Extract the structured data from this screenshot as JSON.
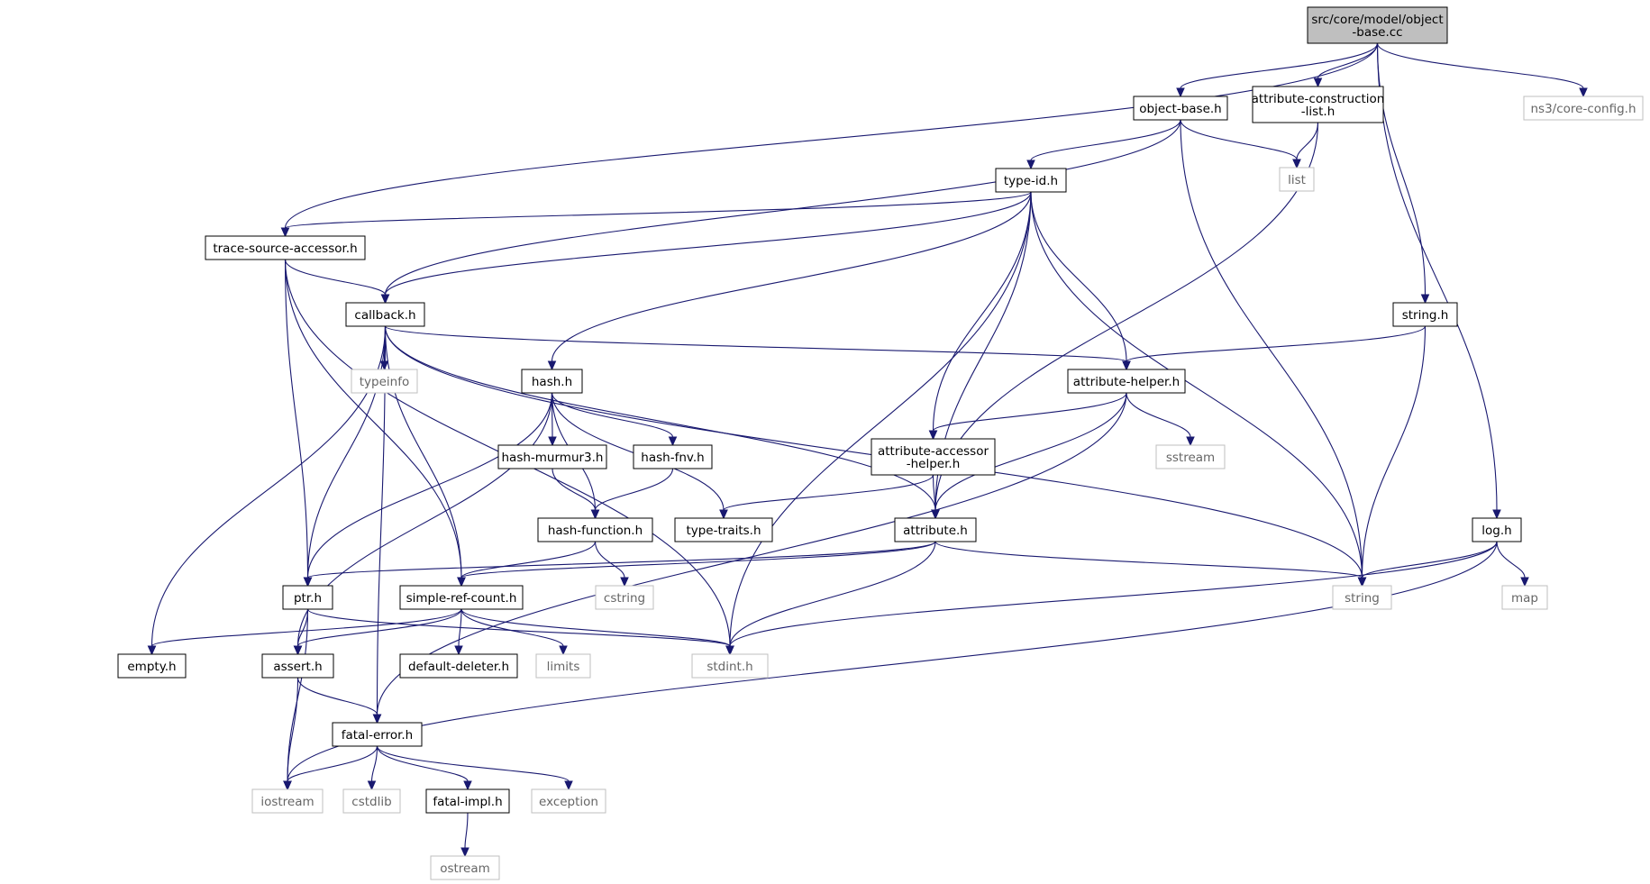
{
  "graph": {
    "root": {
      "lines": [
        "src/core/model/object",
        "-base.cc"
      ]
    },
    "nodes": {
      "object_base_h": {
        "lines": [
          "object-base.h"
        ],
        "kind": "local"
      },
      "attr_construction_list": {
        "lines": [
          "attribute-construction",
          "-list.h"
        ],
        "kind": "local"
      },
      "core_config": {
        "lines": [
          "ns3/core-config.h"
        ],
        "kind": "system"
      },
      "list": {
        "lines": [
          "list"
        ],
        "kind": "system"
      },
      "type_id": {
        "lines": [
          "type-id.h"
        ],
        "kind": "local"
      },
      "trace_source_accessor": {
        "lines": [
          "trace-source-accessor.h"
        ],
        "kind": "local"
      },
      "callback": {
        "lines": [
          "callback.h"
        ],
        "kind": "local"
      },
      "string_h": {
        "lines": [
          "string.h"
        ],
        "kind": "local"
      },
      "typeinfo": {
        "lines": [
          "typeinfo"
        ],
        "kind": "system"
      },
      "hash": {
        "lines": [
          "hash.h"
        ],
        "kind": "local"
      },
      "attribute_helper": {
        "lines": [
          "attribute-helper.h"
        ],
        "kind": "local"
      },
      "hash_murmur3": {
        "lines": [
          "hash-murmur3.h"
        ],
        "kind": "local"
      },
      "hash_fnv": {
        "lines": [
          "hash-fnv.h"
        ],
        "kind": "local"
      },
      "attribute_accessor_helper": {
        "lines": [
          "attribute-accessor",
          "-helper.h"
        ],
        "kind": "local"
      },
      "sstream": {
        "lines": [
          "sstream"
        ],
        "kind": "system"
      },
      "hash_function": {
        "lines": [
          "hash-function.h"
        ],
        "kind": "local"
      },
      "type_traits": {
        "lines": [
          "type-traits.h"
        ],
        "kind": "local"
      },
      "attribute": {
        "lines": [
          "attribute.h"
        ],
        "kind": "local"
      },
      "log": {
        "lines": [
          "log.h"
        ],
        "kind": "local"
      },
      "ptr": {
        "lines": [
          "ptr.h"
        ],
        "kind": "local"
      },
      "simple_ref_count": {
        "lines": [
          "simple-ref-count.h"
        ],
        "kind": "local"
      },
      "cstring": {
        "lines": [
          "cstring"
        ],
        "kind": "system"
      },
      "string": {
        "lines": [
          "string"
        ],
        "kind": "system"
      },
      "map": {
        "lines": [
          "map"
        ],
        "kind": "system"
      },
      "empty": {
        "lines": [
          "empty.h"
        ],
        "kind": "local"
      },
      "assert": {
        "lines": [
          "assert.h"
        ],
        "kind": "local"
      },
      "default_deleter": {
        "lines": [
          "default-deleter.h"
        ],
        "kind": "local"
      },
      "limits": {
        "lines": [
          "limits"
        ],
        "kind": "system"
      },
      "stdint": {
        "lines": [
          "stdint.h"
        ],
        "kind": "system"
      },
      "fatal_error": {
        "lines": [
          "fatal-error.h"
        ],
        "kind": "local"
      },
      "iostream": {
        "lines": [
          "iostream"
        ],
        "kind": "system"
      },
      "cstdlib": {
        "lines": [
          "cstdlib"
        ],
        "kind": "system"
      },
      "fatal_impl": {
        "lines": [
          "fatal-impl.h"
        ],
        "kind": "local"
      },
      "exception": {
        "lines": [
          "exception"
        ],
        "kind": "system"
      },
      "ostream": {
        "lines": [
          "ostream"
        ],
        "kind": "system"
      }
    },
    "edges": [
      [
        "root",
        "object_base_h"
      ],
      [
        "root",
        "attr_construction_list"
      ],
      [
        "root",
        "core_config"
      ],
      [
        "root",
        "trace_source_accessor"
      ],
      [
        "root",
        "string_h"
      ],
      [
        "root",
        "log"
      ],
      [
        "object_base_h",
        "list"
      ],
      [
        "object_base_h",
        "type_id"
      ],
      [
        "object_base_h",
        "callback"
      ],
      [
        "object_base_h",
        "string"
      ],
      [
        "attr_construction_list",
        "list"
      ],
      [
        "attr_construction_list",
        "attribute"
      ],
      [
        "type_id",
        "trace_source_accessor"
      ],
      [
        "type_id",
        "callback"
      ],
      [
        "type_id",
        "hash"
      ],
      [
        "type_id",
        "attribute_accessor_helper"
      ],
      [
        "type_id",
        "attribute_helper"
      ],
      [
        "type_id",
        "attribute"
      ],
      [
        "type_id",
        "string"
      ],
      [
        "type_id",
        "stdint"
      ],
      [
        "trace_source_accessor",
        "callback"
      ],
      [
        "trace_source_accessor",
        "ptr"
      ],
      [
        "trace_source_accessor",
        "simple_ref_count"
      ],
      [
        "trace_source_accessor",
        "stdint"
      ],
      [
        "callback",
        "typeinfo"
      ],
      [
        "callback",
        "attribute_helper"
      ],
      [
        "callback",
        "attribute"
      ],
      [
        "callback",
        "empty"
      ],
      [
        "callback",
        "ptr"
      ],
      [
        "callback",
        "fatal_error"
      ],
      [
        "callback",
        "simple_ref_count"
      ],
      [
        "callback",
        "string"
      ],
      [
        "string_h",
        "attribute_helper"
      ],
      [
        "string_h",
        "string"
      ],
      [
        "hash",
        "hash_murmur3"
      ],
      [
        "hash",
        "hash_fnv"
      ],
      [
        "hash",
        "hash_function"
      ],
      [
        "hash",
        "type_traits"
      ],
      [
        "hash",
        "ptr"
      ],
      [
        "hash",
        "assert"
      ],
      [
        "attribute_helper",
        "attribute_accessor_helper"
      ],
      [
        "attribute_helper",
        "sstream"
      ],
      [
        "attribute_helper",
        "attribute"
      ],
      [
        "attribute_helper",
        "fatal_error"
      ],
      [
        "hash_murmur3",
        "hash_function"
      ],
      [
        "hash_fnv",
        "hash_function"
      ],
      [
        "attribute_accessor_helper",
        "attribute"
      ],
      [
        "attribute_accessor_helper",
        "type_traits"
      ],
      [
        "hash_function",
        "simple_ref_count"
      ],
      [
        "hash_function",
        "cstring"
      ],
      [
        "attribute",
        "ptr"
      ],
      [
        "attribute",
        "simple_ref_count"
      ],
      [
        "attribute",
        "string"
      ],
      [
        "attribute",
        "stdint"
      ],
      [
        "log",
        "string"
      ],
      [
        "log",
        "map"
      ],
      [
        "log",
        "stdint"
      ],
      [
        "log",
        "iostream"
      ],
      [
        "ptr",
        "assert"
      ],
      [
        "ptr",
        "iostream"
      ],
      [
        "ptr",
        "stdint"
      ],
      [
        "simple_ref_count",
        "empty"
      ],
      [
        "simple_ref_count",
        "assert"
      ],
      [
        "simple_ref_count",
        "default_deleter"
      ],
      [
        "simple_ref_count",
        "limits"
      ],
      [
        "simple_ref_count",
        "stdint"
      ],
      [
        "assert",
        "fatal_error"
      ],
      [
        "assert",
        "iostream"
      ],
      [
        "fatal_error",
        "iostream"
      ],
      [
        "fatal_error",
        "cstdlib"
      ],
      [
        "fatal_error",
        "fatal_impl"
      ],
      [
        "fatal_error",
        "exception"
      ],
      [
        "fatal_impl",
        "ostream"
      ]
    ]
  }
}
